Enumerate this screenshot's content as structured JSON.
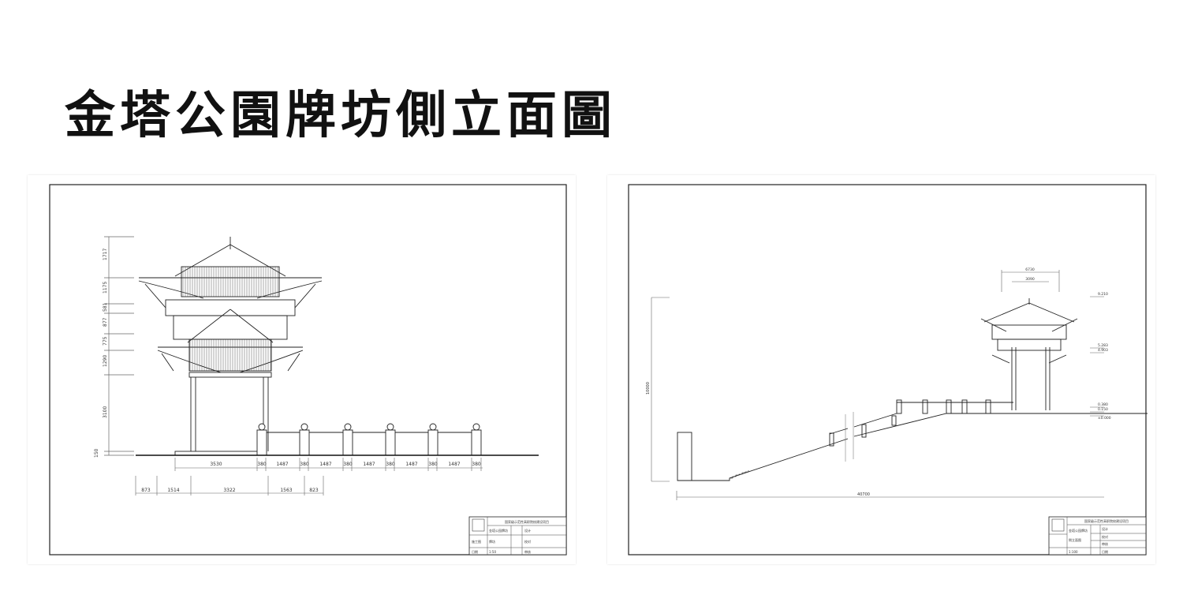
{
  "title": "金塔公園牌坊側立面圖",
  "left_sheet": {
    "vertical_dims": [
      "1717",
      "1175",
      "581",
      "877",
      "775",
      "1290",
      "3100",
      "150"
    ],
    "bottom_dims_row1": [
      "3530",
      "380",
      "1487",
      "380",
      "1487",
      "380",
      "1487",
      "380",
      "1487",
      "380",
      "1487",
      "380"
    ],
    "bottom_dims_row2": [
      "873",
      "1514",
      "3322",
      "1563",
      "823"
    ],
    "title_block": {
      "header": "国家级示范性高职院校建设项目",
      "cells": [
        "金塔公园牌坊",
        "牌坊",
        "施工图",
        "1:50",
        "设计",
        "校对",
        "审核",
        "日期"
      ]
    }
  },
  "right_sheet": {
    "top_dims": [
      "6730",
      "3090"
    ],
    "elevations": [
      "9.210",
      "5.283",
      "4.903",
      "0.380",
      "0.150",
      "±0.000"
    ],
    "height_dim": "10000",
    "length_dim": "40700",
    "title_block": {
      "header": "国家级示范性高职院校建设项目",
      "cells": [
        "金塔公园牌坊",
        "侧立面图",
        "1:100",
        "设计",
        "校对",
        "审核",
        "日期"
      ]
    }
  }
}
